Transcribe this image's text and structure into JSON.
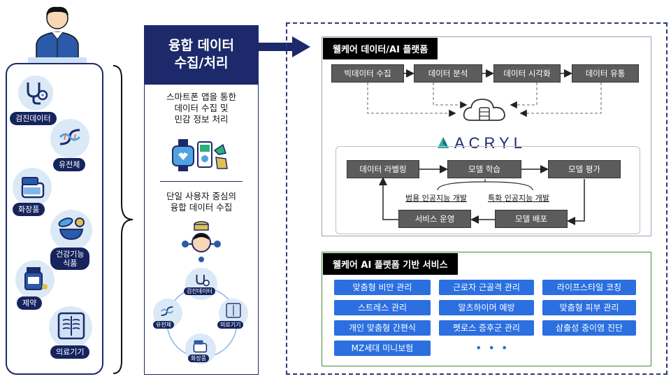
{
  "left": {
    "items": [
      {
        "label": "검진데이터",
        "icon": "stethoscope-icon"
      },
      {
        "label": "유전체",
        "icon": "dna-icon"
      },
      {
        "label": "화장품",
        "icon": "cosmetics-icon"
      },
      {
        "label": "건강기능\n식품",
        "icon": "supplement-icon"
      },
      {
        "label": "제약",
        "icon": "medicine-bottle-icon"
      },
      {
        "label": "의료기기",
        "icon": "xray-icon"
      }
    ]
  },
  "middle": {
    "title": "융합 데이터\n수집/처리",
    "text1": "스마트폰 앱을 통한\n데이터 수집 및\n민감 정보 처리",
    "text2": "단일 사용자 중심의\n융합 데이터 수집",
    "hub": [
      "검진데이터",
      "유전체",
      "의료기기",
      "화장품"
    ]
  },
  "platform": {
    "title": "웰케어 데이터/AI 플랫폼",
    "flow": [
      "빅데이터 수집",
      "데이터 분석",
      "데이터 시각화",
      "데이터 유통"
    ],
    "brand": "ACRYL",
    "ai": {
      "labeling": "데이터 라벨링",
      "training": "모델 학습",
      "evaluation": "모델 평가",
      "general": "범용 인공지능 개발",
      "specific": "특화 인공지능 개발",
      "service": "서비스 운영",
      "deploy": "모델 배포"
    }
  },
  "services": {
    "title": "웰케어 AI 플랫폼 기반 서비스",
    "items": [
      "맞춤형 비만 관리",
      "근로자 근골격 관리",
      "라이프스타일 코칭",
      "스트레스 관리",
      "알츠하이머 예방",
      "맞춤형 피부 관리",
      "개인 맞춤형 간편식",
      "펫로스 증후군 관리",
      "삼출성 중이염 진단",
      "MZ세대 미니보험"
    ],
    "more": "• • •"
  },
  "colors": {
    "navy": "#1c2a6b",
    "service_blue": "#2b6fe0",
    "grey_box": "#5c5c5c"
  }
}
